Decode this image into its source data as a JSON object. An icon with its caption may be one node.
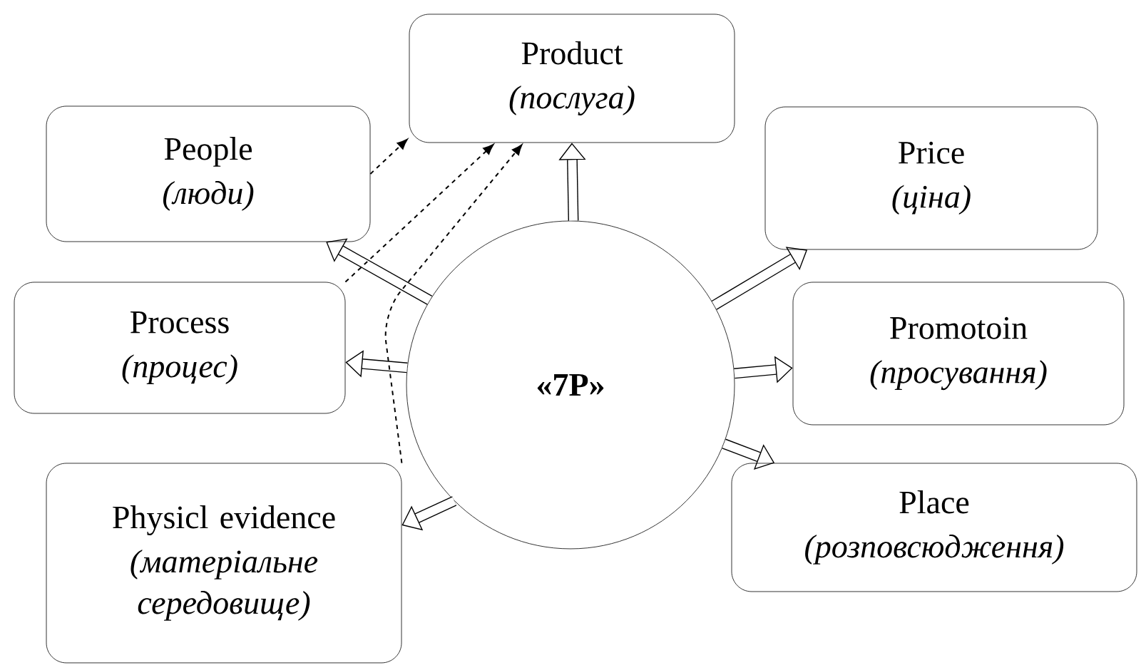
{
  "diagram": {
    "nodes": [
      {
        "text": [
          "Product",
          "(послуга)"
        ]
      },
      {
        "text": [
          "People",
          "(люди)"
        ]
      },
      {
        "text": [
          "Price",
          "(ціна)"
        ]
      },
      {
        "text": [
          "Process",
          "(процес)"
        ]
      },
      {
        "text": [
          "«7P»"
        ]
      },
      {
        "text": [
          "Promotoin",
          "(просування)"
        ]
      },
      {
        "text": [
          "Physicl evidence",
          "(матеріальне середовище)"
        ]
      },
      {
        "text": [
          "Place",
          "(розповсюдження)"
        ]
      }
    ],
    "edges": [
      {
        "from": 4,
        "to": 0,
        "arrow": "to"
      },
      {
        "from": 4,
        "to": 1,
        "arrow": "to"
      },
      {
        "from": 4,
        "to": 2,
        "arrow": "to"
      },
      {
        "from": 4,
        "to": 3,
        "arrow": "to"
      },
      {
        "from": 4,
        "to": 5,
        "arrow": "to"
      },
      {
        "from": 4,
        "to": 6,
        "arrow": "to"
      },
      {
        "from": 4,
        "to": 7,
        "arrow": "to"
      },
      {
        "from": 1,
        "to": 0,
        "arrow": "to",
        "style": "dashed"
      },
      {
        "from": 3,
        "to": 0,
        "arrow": "to",
        "style": "dashed"
      },
      {
        "from": 6,
        "to": 0,
        "arrow": "to",
        "style": "dashed"
      }
    ]
  }
}
